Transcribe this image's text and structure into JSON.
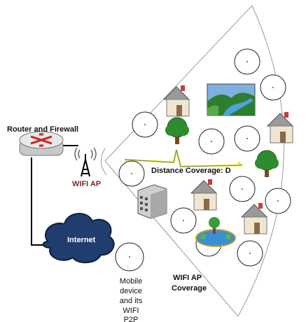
{
  "labels": {
    "router_title": "Router and Firewall",
    "wifi_ap": "WIFI AP",
    "internet": "Internet",
    "distance": "Distance Coverage: D",
    "coverage_line1": "WIFI AP",
    "coverage_line2": "Coverage",
    "mobile_lines": [
      "Mobile",
      "device",
      "and its",
      "WIFI",
      "P2P"
    ]
  },
  "colors": {
    "wifi_label": "#7b2a2a",
    "cloud": "#1f3e6e",
    "lightning": "#e6e600",
    "tree_leaf": "#2e8b2e",
    "house_wall": "#efe6d2",
    "house_roof": "#9a9a9a"
  },
  "icons": [
    "router-icon",
    "antenna-tower-icon",
    "internet-cloud-icon",
    "house-icon",
    "tree-icon",
    "landscape-icon",
    "building-icon",
    "pond-icon",
    "lightning-icon",
    "device-circle-icon"
  ]
}
